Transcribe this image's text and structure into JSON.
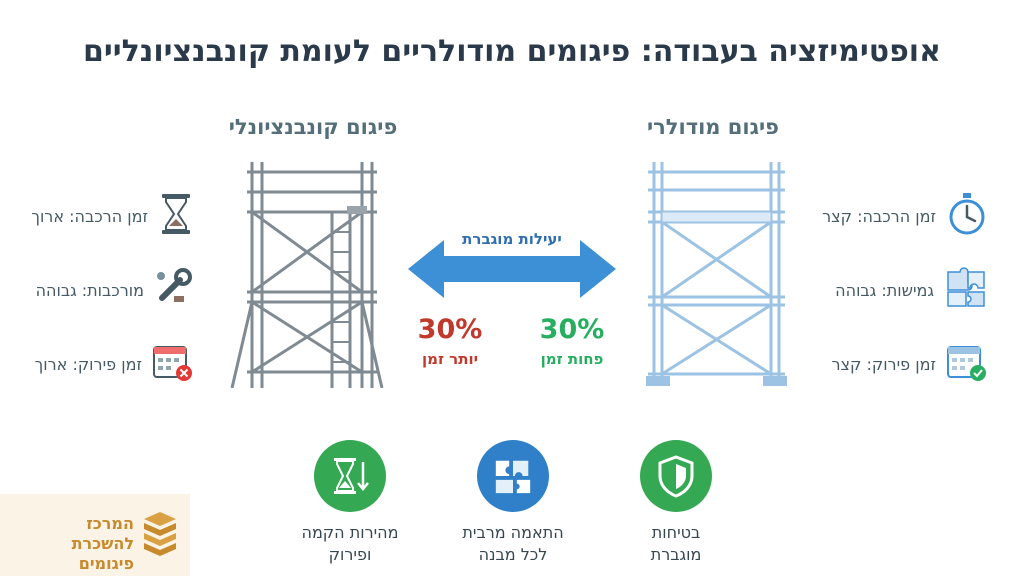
{
  "title": "אופטימיזציה בעבודה: פיגומים מודולריים לעומת קונבנציונליים",
  "conventional": {
    "title": "פיגום קונבנציונלי",
    "rows": [
      {
        "icon": "hourglass-icon",
        "label": "זמן הרכבה: ארוך"
      },
      {
        "icon": "wrench-icon",
        "label": "מורכבות: גבוהה"
      },
      {
        "icon": "calendar-x-icon",
        "label": "זמן פירוק: ארוך"
      }
    ],
    "stat_value": "30%",
    "stat_label": "יותר זמן",
    "color": "#c0392b"
  },
  "modular": {
    "title": "פיגום מודולרי",
    "rows": [
      {
        "icon": "stopwatch-icon",
        "label": "זמן הרכבה: קצר"
      },
      {
        "icon": "puzzle-icon",
        "label": "גמישות: גבוהה"
      },
      {
        "icon": "calendar-check-icon",
        "label": "זמן פירוק: קצר"
      }
    ],
    "stat_value": "30%",
    "stat_label": "פחות זמן",
    "color": "#27ae60"
  },
  "arrow_label": "יעילות מוגברת",
  "benefits": [
    {
      "icon": "shield-icon",
      "label": "בטיחות\nמוגברת",
      "color": "#34a853"
    },
    {
      "icon": "puzzle-icon",
      "label": "התאמה מרבית\nלכל מבנה",
      "color": "#2f80c8"
    },
    {
      "icon": "hourglass-arrow-icon",
      "label": "מהירות הקמה\nופירוק",
      "color": "#34a853"
    }
  ],
  "logo": {
    "line1": "המרכז",
    "line2": "להשכרת פיגומים"
  },
  "colors": {
    "arrow": "#3d8fd6",
    "modular_frame": "#9cc3e4",
    "conventional_frame": "#7f8a92"
  }
}
